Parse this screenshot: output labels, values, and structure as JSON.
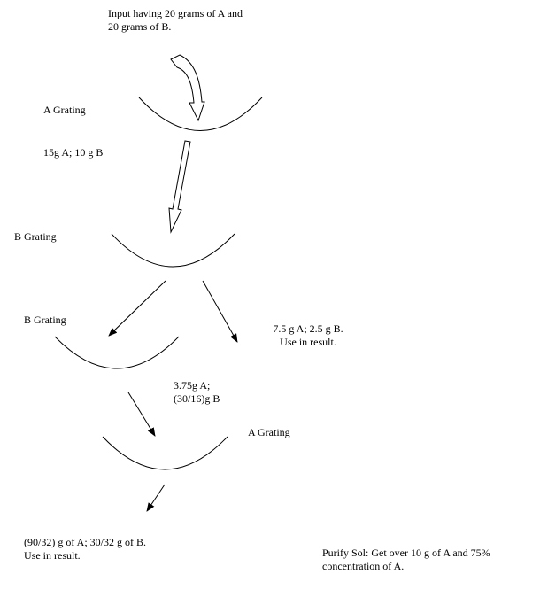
{
  "input_label": [
    "Input having 20 grams of A and",
    "20 grams of B."
  ],
  "stage1_label": "A Grating",
  "stage1_output": "15g A; 10 g B",
  "stage2_label": "B Grating",
  "stage3_left_label": "B Grating",
  "stage3_right_output": [
    "7.5 g A; 2.5 g B.",
    "Use in result."
  ],
  "stage3_left_output": [
    "3.75g A;",
    "(30/16)g B"
  ],
  "stage4_label": "A Grating",
  "final_output": [
    "(90/32) g of A; 30/32 g of B.",
    "Use in result."
  ],
  "purify_note": [
    "Purify Sol: Get over 10 g of A and 75%",
    "concentration of A."
  ]
}
